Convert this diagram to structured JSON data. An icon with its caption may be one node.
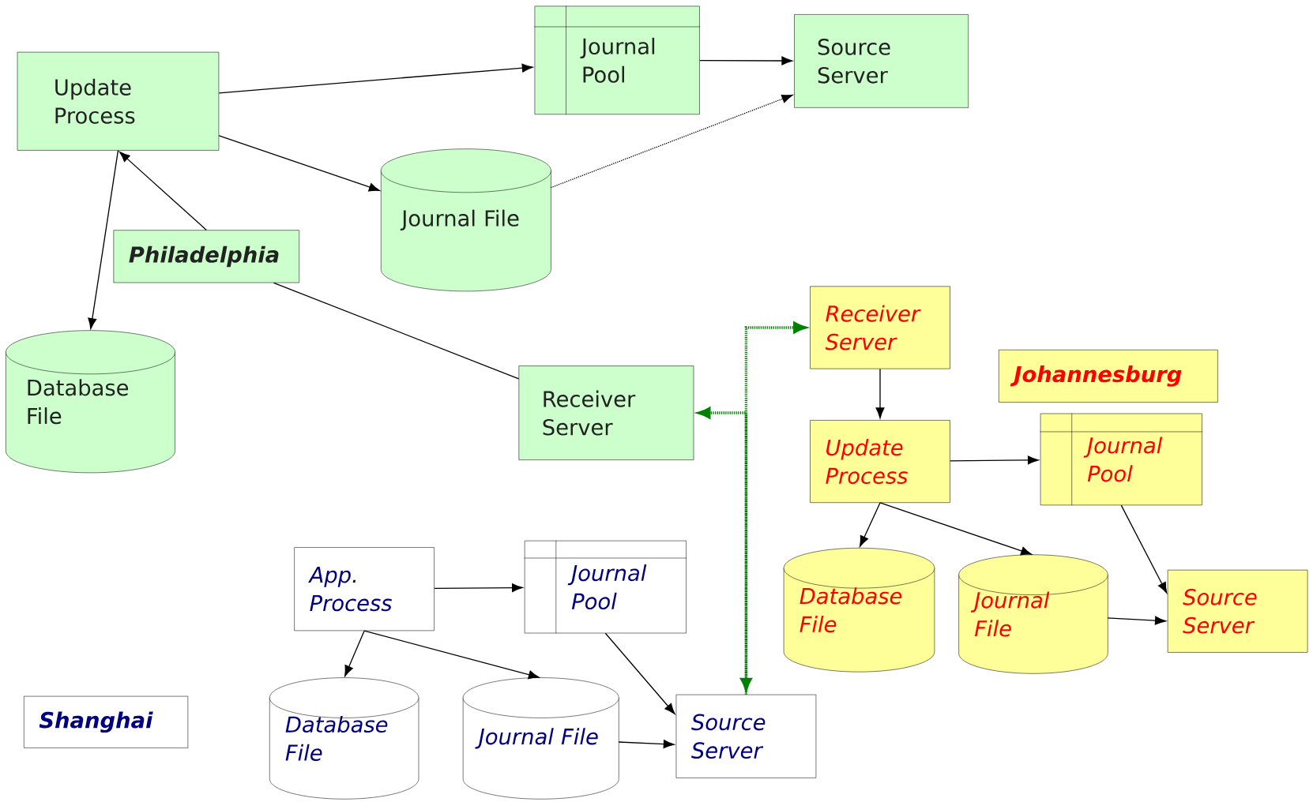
{
  "diagram": {
    "nodes": [
      {
        "text": [
          "Update Process"
        ]
      },
      {
        "text": [
          "Journal Pool"
        ]
      },
      {
        "text": [
          "Source Server"
        ]
      },
      {
        "text": [
          "Journal File"
        ]
      },
      {
        "text": [
          "Philadelphia"
        ]
      },
      {
        "text": [
          "Database File"
        ]
      },
      {
        "text": [
          "Receiver Server"
        ]
      },
      {
        "text": [
          "Receiver Server"
        ]
      },
      {
        "text": [
          "Johannesburg"
        ]
      },
      {
        "text": [
          "Update Process"
        ]
      },
      {
        "text": [
          "Journal Pool"
        ]
      },
      {
        "text": [
          "Database File"
        ]
      },
      {
        "text": [
          "Journal File"
        ]
      },
      {
        "text": [
          "Source Server"
        ]
      },
      {
        "text": [
          "App. Process"
        ]
      },
      {
        "text": [
          "Journal Pool"
        ]
      },
      {
        "text": [
          "Shanghai"
        ]
      },
      {
        "text": [
          "Database File"
        ]
      },
      {
        "text": [
          "Journal File"
        ]
      },
      {
        "text": [
          "Source Server"
        ]
      }
    ],
    "edges": [
      {
        "from": 0,
        "to": 1,
        "arrow": "to"
      },
      {
        "from": 1,
        "to": 2,
        "arrow": "to"
      },
      {
        "from": 0,
        "to": 3,
        "arrow": "to"
      },
      {
        "from": 3,
        "to": 2,
        "arrow": "to",
        "style": "dashed"
      },
      {
        "from": 4,
        "to": 0,
        "arrow": "to"
      },
      {
        "from": 0,
        "to": 5,
        "arrow": "to"
      },
      {
        "from": 4,
        "to": 6,
        "arrow": "none"
      },
      {
        "from": 19,
        "to": 6,
        "arrow": "to",
        "style": "dashed",
        "color": "#008000"
      },
      {
        "from": 19,
        "to": 7,
        "arrow": "both",
        "style": "dashed",
        "color": "#008000"
      },
      {
        "from": 7,
        "to": 9,
        "arrow": "to"
      },
      {
        "from": 9,
        "to": 10,
        "arrow": "to"
      },
      {
        "from": 9,
        "to": 11,
        "arrow": "to"
      },
      {
        "from": 9,
        "to": 12,
        "arrow": "to"
      },
      {
        "from": 10,
        "to": 13,
        "arrow": "to"
      },
      {
        "from": 12,
        "to": 13,
        "arrow": "to"
      },
      {
        "from": 14,
        "to": 15,
        "arrow": "to"
      },
      {
        "from": 14,
        "to": 17,
        "arrow": "to"
      },
      {
        "from": 14,
        "to": 18,
        "arrow": "to"
      },
      {
        "from": 15,
        "to": 19,
        "arrow": "to"
      },
      {
        "from": 18,
        "to": 19,
        "arrow": "to"
      }
    ]
  }
}
